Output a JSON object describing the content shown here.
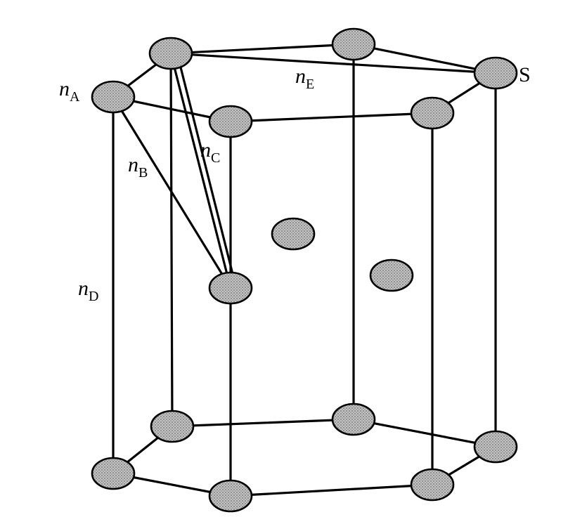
{
  "labels": {
    "nA": {
      "main": "n",
      "sub": "A"
    },
    "nB": {
      "main": "n",
      "sub": "B"
    },
    "nC": {
      "main": "n",
      "sub": "C"
    },
    "nD": {
      "main": "n",
      "sub": "D"
    },
    "nE": {
      "main": "n",
      "sub": "E"
    },
    "S": "S"
  },
  "colors": {
    "line": "#000000",
    "atom_fill": "#b8b8b8",
    "background": "#ffffff"
  }
}
